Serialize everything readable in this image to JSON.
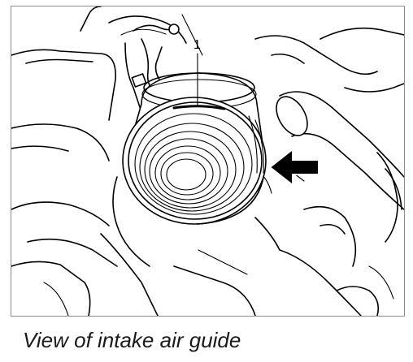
{
  "figure": {
    "callout_label": "1",
    "caption": "View of intake air guide",
    "icons": {
      "arrow": "left-pointing-arrow-icon",
      "illustration": "engine-intake-line-drawing"
    },
    "colors": {
      "line": "#000000",
      "frame": "#8c8c8c",
      "caption": "#1a1a1a"
    }
  }
}
